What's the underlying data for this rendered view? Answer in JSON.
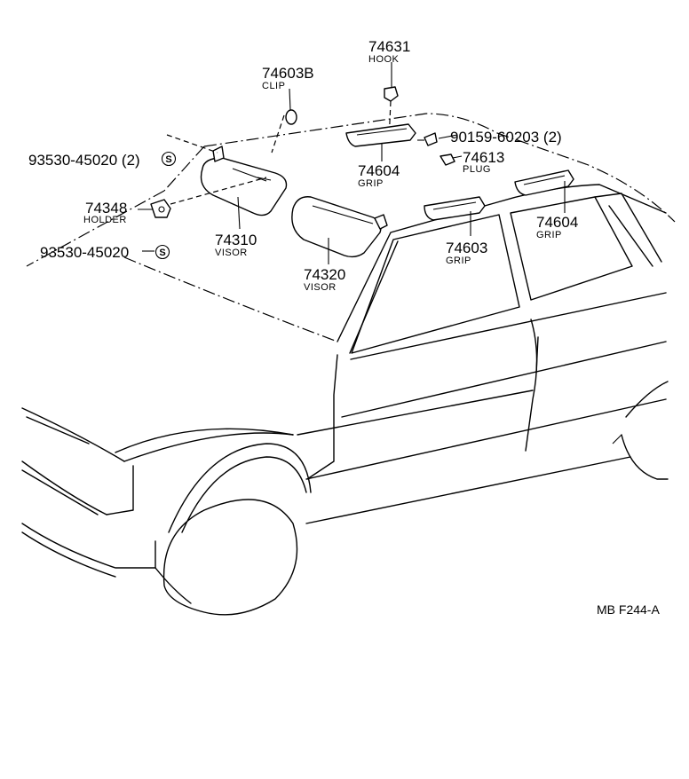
{
  "parts": {
    "p74631": {
      "number": "74631",
      "name": "HOOK"
    },
    "p74603B": {
      "number": "74603B",
      "name": "CLIP"
    },
    "p90159": {
      "number": "90159-60203 (2)"
    },
    "p93530a": {
      "number": "93530-45020 (2)"
    },
    "p74604a": {
      "number": "74604",
      "name": "GRIP"
    },
    "p74613": {
      "number": "74613",
      "name": "PLUG"
    },
    "p74348": {
      "number": "74348",
      "name": "HOLDER"
    },
    "p74310": {
      "number": "74310",
      "name": "VISOR"
    },
    "p74604b": {
      "number": "74604",
      "name": "GRIP"
    },
    "p74603": {
      "number": "74603",
      "name": "GRIP"
    },
    "p93530b": {
      "number": "93530-45020"
    },
    "p74320": {
      "number": "74320",
      "name": "VISOR"
    }
  },
  "symbols": {
    "s_mark": "S"
  },
  "diagram_ref": "MB F244-A"
}
